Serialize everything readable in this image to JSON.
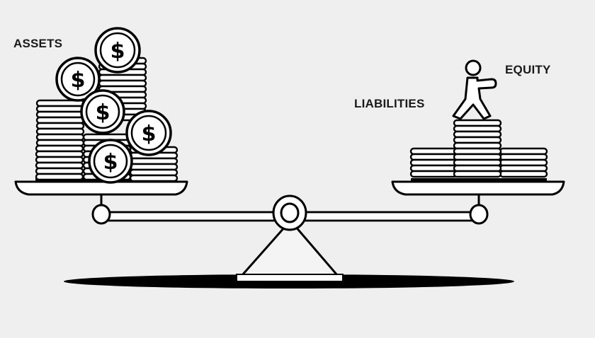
{
  "diagram": {
    "title": "Accounting equation balance scale",
    "labels": {
      "assets": "ASSETS",
      "liabilities": "LIABILITIES",
      "equity": "EQUITY"
    },
    "coin_symbol": "$",
    "colors": {
      "background": "#f0efef",
      "stroke": "#000000",
      "fill": "#ffffff",
      "shadow": "#000000"
    },
    "left_pan": {
      "represents": "ASSETS",
      "coin_stacks": 4,
      "loose_coins": 6
    },
    "right_pan": {
      "represents": "LIABILITIES + EQUITY",
      "coin_stacks": 3,
      "figure": "person-standing-on-stack"
    }
  }
}
